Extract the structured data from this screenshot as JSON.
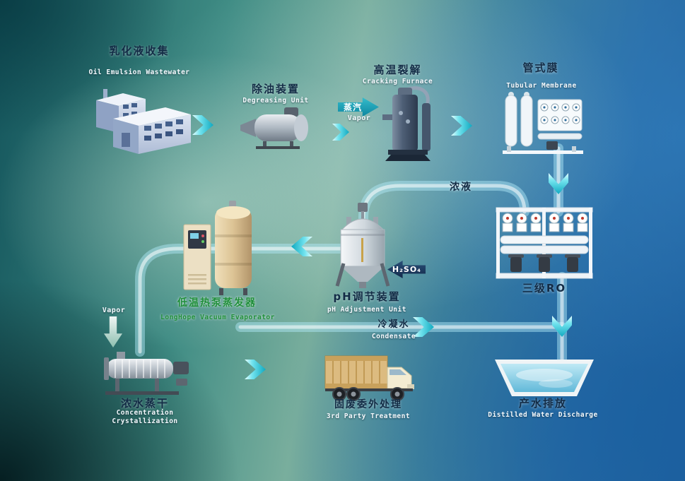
{
  "nodes": {
    "factory": {
      "zh": "乳化液收集",
      "en": "Oil Emulsion Wastewater"
    },
    "degreaser": {
      "zh": "除油装置",
      "en": "Degreasing Unit"
    },
    "furnace": {
      "zh": "高温裂解",
      "en": "Cracking Furnace"
    },
    "membrane": {
      "zh": "管式膜",
      "en": "Tubular Membrane"
    },
    "ro": {
      "zh": "三级RO"
    },
    "ph": {
      "zh": "pH调节装置",
      "en": "pH Adjustment Unit"
    },
    "evaporator": {
      "zh": "低温热泵蒸发器",
      "en": "LongHope Vacuum Evaporator"
    },
    "crystallizer": {
      "zh": "浓水蒸干",
      "en": "Concentration Crystallization"
    },
    "truck": {
      "zh": "固废委外处理",
      "en": "3rd Party Treatment"
    },
    "discharge": {
      "zh": "产水排放",
      "en": "Distilled Water Discharge"
    }
  },
  "flows": {
    "steam": {
      "zh": "蒸汽",
      "en": "Vapor"
    },
    "concentrate": {
      "zh": "浓液"
    },
    "acid": {
      "label": "H₂SO₄"
    },
    "condensate": {
      "zh": "冷凝水",
      "en": "Condensate"
    },
    "vapor_out": {
      "en": "Vapor"
    }
  },
  "colors": {
    "accent_teal": "#18b7c9",
    "label_navy": "#132c46",
    "label_green": "#1f8f3a",
    "label_white": "#ffffff",
    "acid_arrow": "#1b3a5e"
  }
}
